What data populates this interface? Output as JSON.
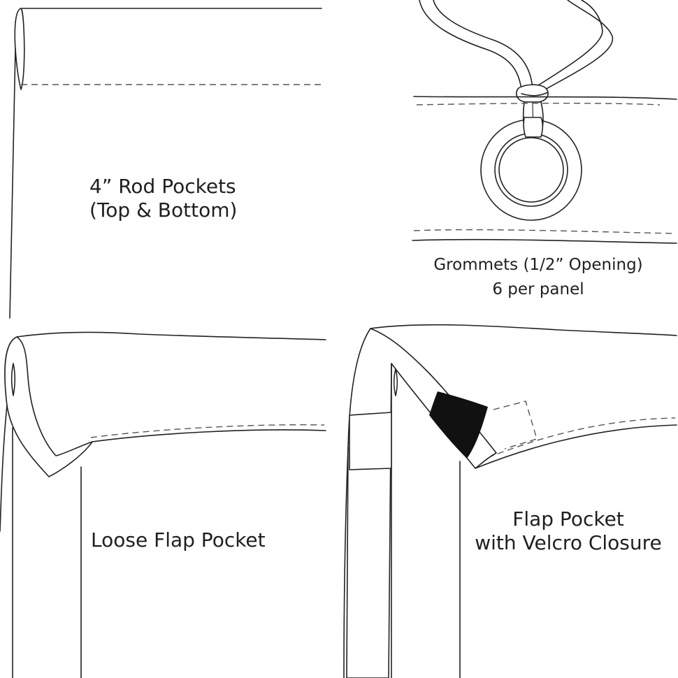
{
  "panels": {
    "rod_pocket": {
      "lines": [
        "4” Rod Pockets",
        "(Top & Bottom)"
      ]
    },
    "grommet": {
      "lines": [
        "Grommets (1/2” Opening)",
        "6 per panel"
      ]
    },
    "loose_flap": {
      "lines": [
        "Loose Flap Pocket"
      ]
    },
    "velcro_flap": {
      "lines": [
        "Flap Pocket",
        "with Velcro Closure"
      ]
    }
  },
  "colors": {
    "line": "#222222",
    "dashed_stitch": "#555555",
    "velcro_patch": "#111111",
    "background": "#ffffff"
  }
}
